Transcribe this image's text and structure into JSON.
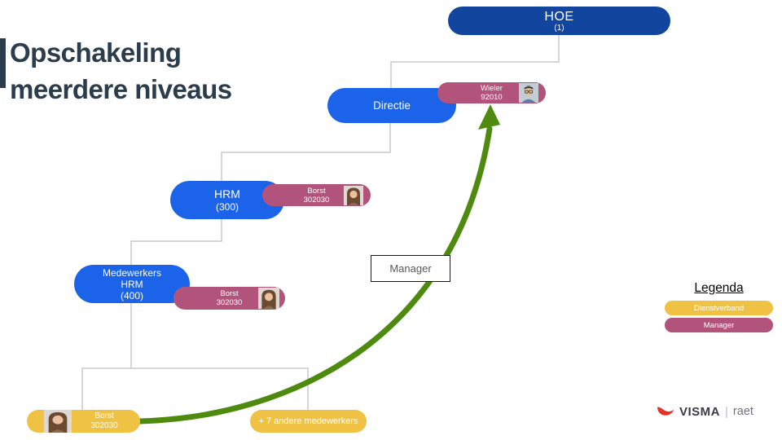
{
  "slide_title": {
    "line1": "Opschakeling",
    "line2": "meerdere niveaus"
  },
  "org_units": {
    "hoe": {
      "label": "HOE",
      "count": "(1)"
    },
    "directie": {
      "label": "Directie"
    },
    "hrm": {
      "label": "HRM",
      "count": "(300)"
    },
    "medewerkers": {
      "line1": "Medewerkers",
      "line2": "HRM",
      "count": "(400)"
    }
  },
  "managers": {
    "directie": {
      "name": "Wieler",
      "number": "92010"
    },
    "hrm": {
      "name": "Borst",
      "number": "302030"
    },
    "medewerkers": {
      "name": "Borst",
      "number": "302030"
    }
  },
  "employees": {
    "borst": {
      "name": "Borst",
      "number": "302030"
    },
    "others": {
      "label": "+ 7 andere medewerkers"
    }
  },
  "arrow": {
    "label": "Manager"
  },
  "legend": {
    "title": "Legenda",
    "dienstverband": "Dienstverband",
    "manager": "Manager"
  },
  "logo": {
    "brand": "VISMA",
    "divider": "|",
    "product": "raet"
  },
  "colors": {
    "node_dark_blue": "#11459e",
    "node_blue": "#1b63e8",
    "manager_pink": "#b2537b",
    "employee_yellow": "#efc243",
    "arrow_green": "#4e8a0d",
    "connector_gray": "#c9c9c9",
    "title_slate": "#2b3c4c",
    "logo_red": "#e0352c"
  }
}
